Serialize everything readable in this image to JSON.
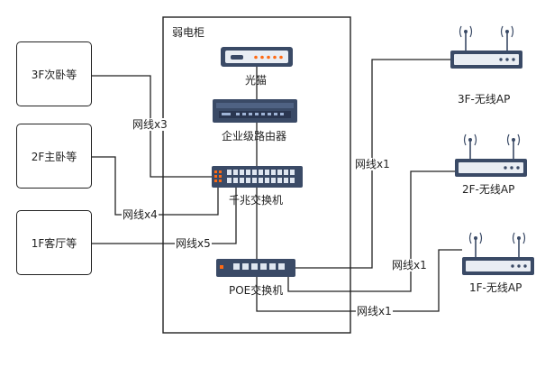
{
  "cabinet": {
    "title": "弱电柜"
  },
  "devices": {
    "optical_modem": {
      "label": "光猫"
    },
    "router": {
      "label": "企业级路由器"
    },
    "gigabit_switch": {
      "label": "千兆交换机"
    },
    "poe_switch": {
      "label": "POE交换机"
    }
  },
  "rooms": [
    {
      "label": "3F次卧等"
    },
    {
      "label": "2F主卧等"
    },
    {
      "label": "1F客厅等"
    }
  ],
  "access_points": [
    {
      "label": "3F-无线AP"
    },
    {
      "label": "2F-无线AP"
    },
    {
      "label": "1F-无线AP"
    }
  ],
  "cables": {
    "room3": "网线x3",
    "room2": "网线x4",
    "room1": "网线x5",
    "ap3": "网线x1",
    "ap2": "网线x1",
    "ap1": "网线x1"
  },
  "colors": {
    "line": "#222222",
    "device_dark": "#3a4a66",
    "device_light": "#e9edf3",
    "led": "#ff6a13",
    "port": "#dfe6f0"
  }
}
